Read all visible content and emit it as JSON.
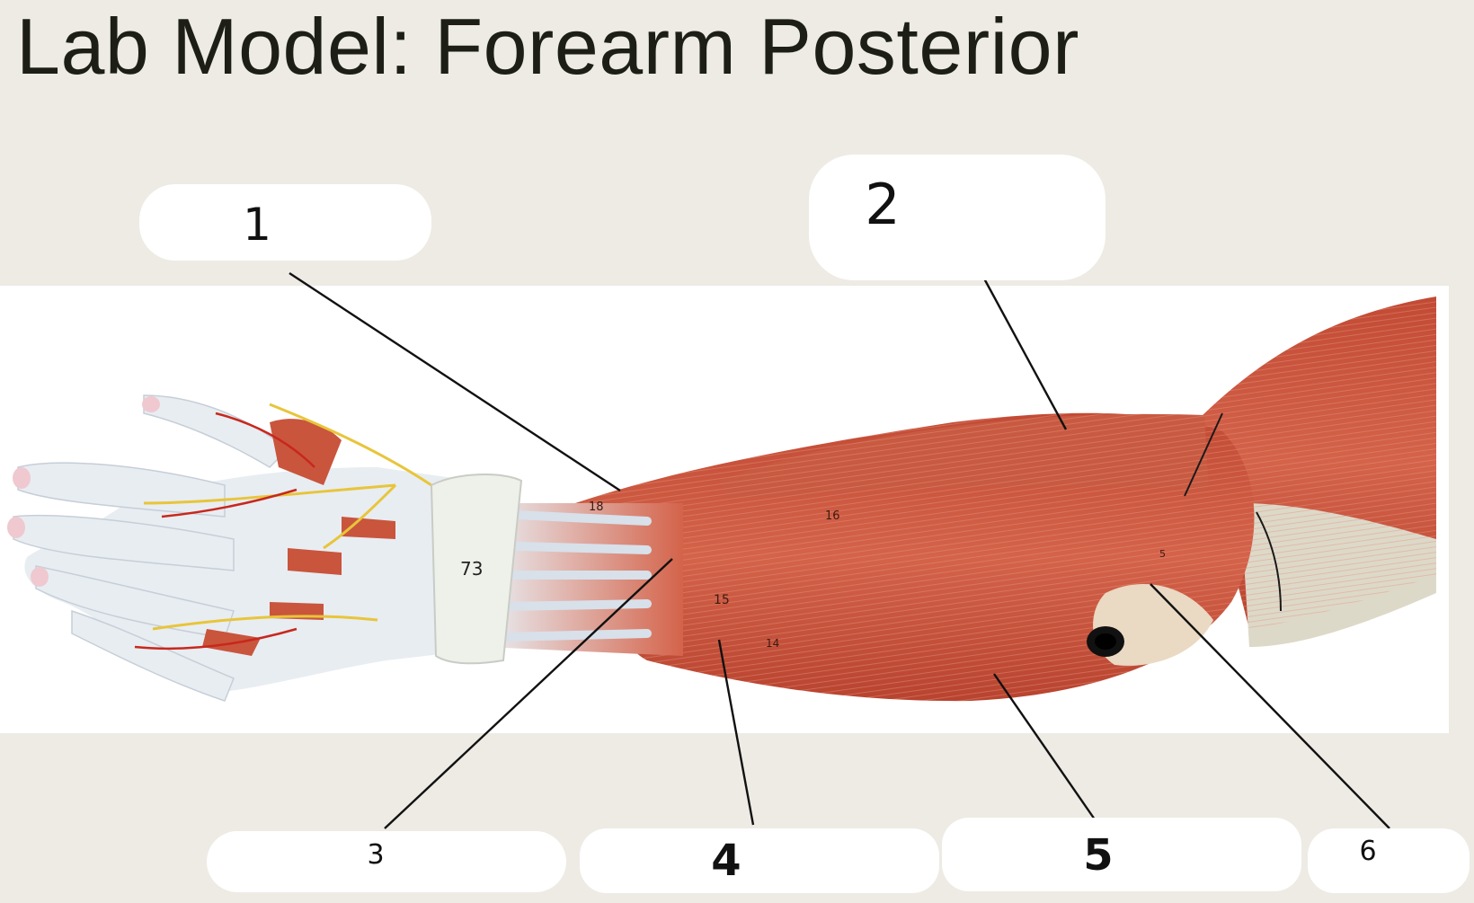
{
  "title": "Lab Model: Forearm Posterior",
  "labels": [
    {
      "number": "1"
    },
    {
      "number": "2"
    },
    {
      "number": "3"
    },
    {
      "number": "4"
    },
    {
      "number": "5"
    },
    {
      "number": "6"
    }
  ],
  "model_tags": {
    "wrist_band": "73",
    "muscle_a": "16",
    "muscle_b": "15",
    "muscle_c": "14",
    "tendon_a": "18",
    "small_a": "5"
  },
  "colors": {
    "background": "#edebe4",
    "photo_background": "#ffffff",
    "muscle": "#c9553d",
    "tendon": "#e8edf2",
    "nerve": "#e8c53a",
    "artery": "#c8281c",
    "leader_line": "#111111"
  }
}
